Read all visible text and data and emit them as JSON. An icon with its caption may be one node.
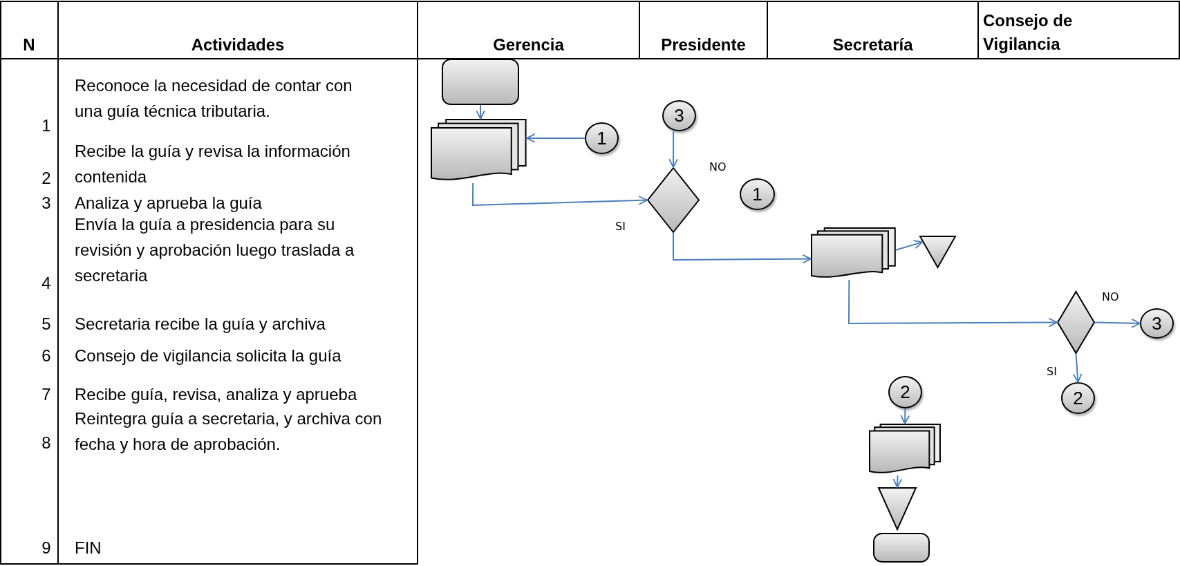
{
  "diagram": {
    "nodes": [
      {
        "text": [],
        "shape": "box"
      },
      {
        "text": [],
        "shape": "document"
      },
      {
        "text": [
          "1"
        ]
      },
      {
        "text": [
          "3"
        ]
      },
      {
        "text": [],
        "shape": "diamond"
      },
      {
        "text": [
          "1"
        ]
      },
      {
        "text": [],
        "shape": "document"
      },
      {
        "text": [],
        "shape": "triangle"
      },
      {
        "text": [],
        "shape": "diamond"
      },
      {
        "text": [
          "3"
        ]
      },
      {
        "text": [
          "2"
        ]
      },
      {
        "text": [
          "2"
        ]
      },
      {
        "text": [],
        "shape": "document"
      },
      {
        "text": [],
        "shape": "triangle"
      },
      {
        "text": [],
        "shape": "box"
      }
    ],
    "edges": [
      {
        "from": 0,
        "to": 1,
        "arrow": "to"
      },
      {
        "from": 2,
        "to": 1,
        "arrow": "to"
      },
      {
        "from": 1,
        "to": 4,
        "arrow": "to"
      },
      {
        "from": 3,
        "to": 4,
        "arrow": "to"
      },
      {
        "from": 4,
        "to": 6,
        "arrow": "to",
        "label": "SI"
      },
      {
        "from": 6,
        "to": 7,
        "arrow": "to"
      },
      {
        "from": 6,
        "to": 8,
        "arrow": "to"
      },
      {
        "from": 8,
        "to": 9,
        "arrow": "to",
        "label": "NO"
      },
      {
        "from": 8,
        "to": 10,
        "arrow": "to",
        "label": "SI"
      },
      {
        "from": 11,
        "to": 12,
        "arrow": "to"
      },
      {
        "from": 12,
        "to": 13,
        "arrow": "to"
      }
    ],
    "labels": [
      "N",
      "Actividades",
      "Gerencia",
      "Presidente",
      "Secretaría",
      "Consejo de Vigilancia",
      "1",
      "Reconoce la necesidad de contar con una guía técnica tributaria.",
      "2",
      "Recibe la guía y revisa la información contenida",
      "3",
      "Analiza y aprueba la guía",
      "4",
      "Envía la guía a presidencia para su revisión y aprobación luego traslada a secretaria",
      "5",
      "Secretaria recibe la guía y archiva",
      "6",
      "Consejo de vigilancia solicita la guía",
      "7",
      "Recibe guía, revisa, analiza y aprueba",
      "8",
      "Reintegra guía a secretaria, y archiva con fecha y hora de aprobación.",
      "9",
      "FIN",
      "NO"
    ]
  }
}
